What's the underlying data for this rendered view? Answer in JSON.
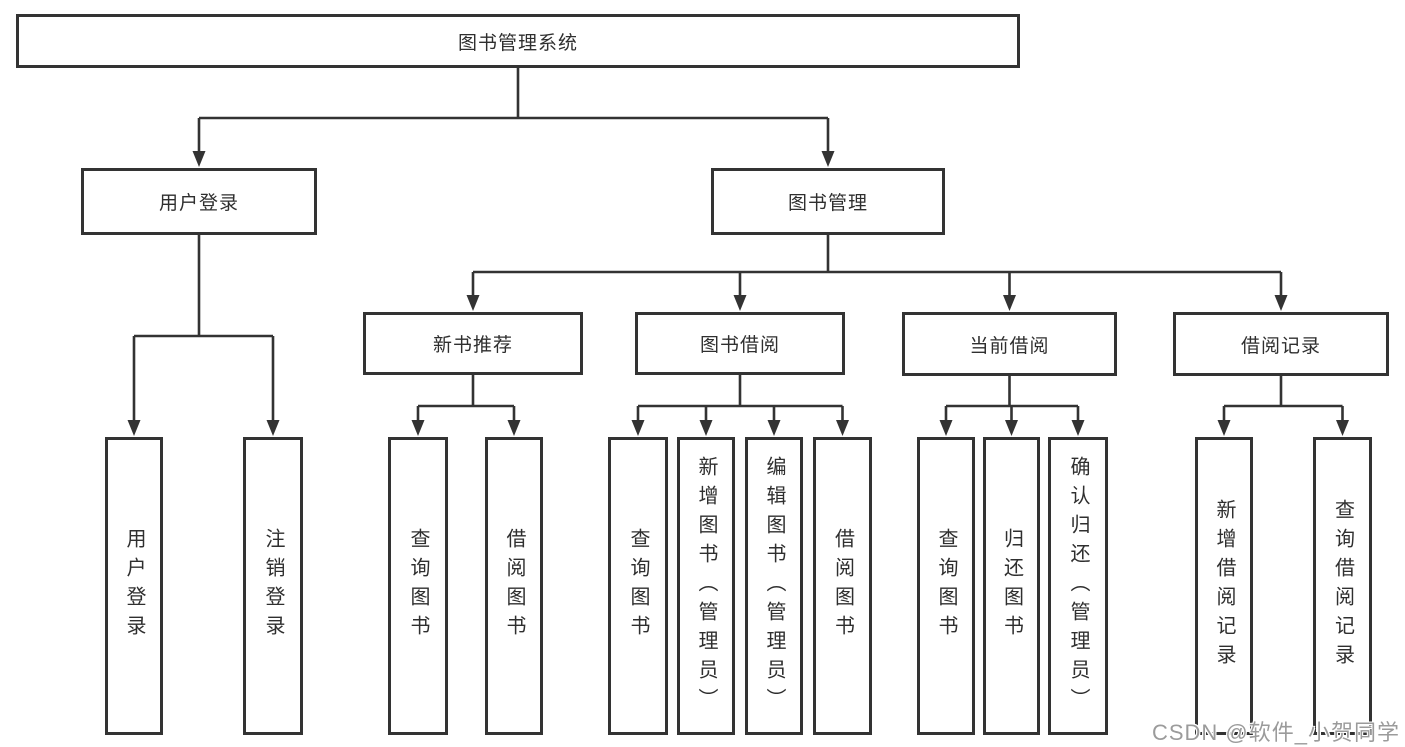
{
  "colors": {
    "line": "#333333",
    "box_border": "#333333",
    "text": "#2f2f2f",
    "background": "#ffffff",
    "watermark": "#9b9b9b"
  },
  "watermark": {
    "text": "CSDN @软件_小贺同学"
  },
  "tree": {
    "label": "图书管理系统",
    "children": [
      {
        "label": "用户登录",
        "children": [
          {
            "label": "用户登录"
          },
          {
            "label": "注销登录"
          }
        ]
      },
      {
        "label": "图书管理",
        "children": [
          {
            "label": "新书推荐",
            "children": [
              {
                "label": "查询图书"
              },
              {
                "label": "借阅图书"
              }
            ]
          },
          {
            "label": "图书借阅",
            "children": [
              {
                "label": "查询图书"
              },
              {
                "label": "新增图书（管理员）"
              },
              {
                "label": "编辑图书（管理员）"
              },
              {
                "label": "借阅图书"
              }
            ]
          },
          {
            "label": "当前借阅",
            "children": [
              {
                "label": "查询图书"
              },
              {
                "label": "归还图书"
              },
              {
                "label": "确认归还（管理员）"
              }
            ]
          },
          {
            "label": "借阅记录",
            "children": [
              {
                "label": "新增借阅记录"
              },
              {
                "label": "查询借阅记录"
              }
            ]
          }
        ]
      }
    ]
  }
}
